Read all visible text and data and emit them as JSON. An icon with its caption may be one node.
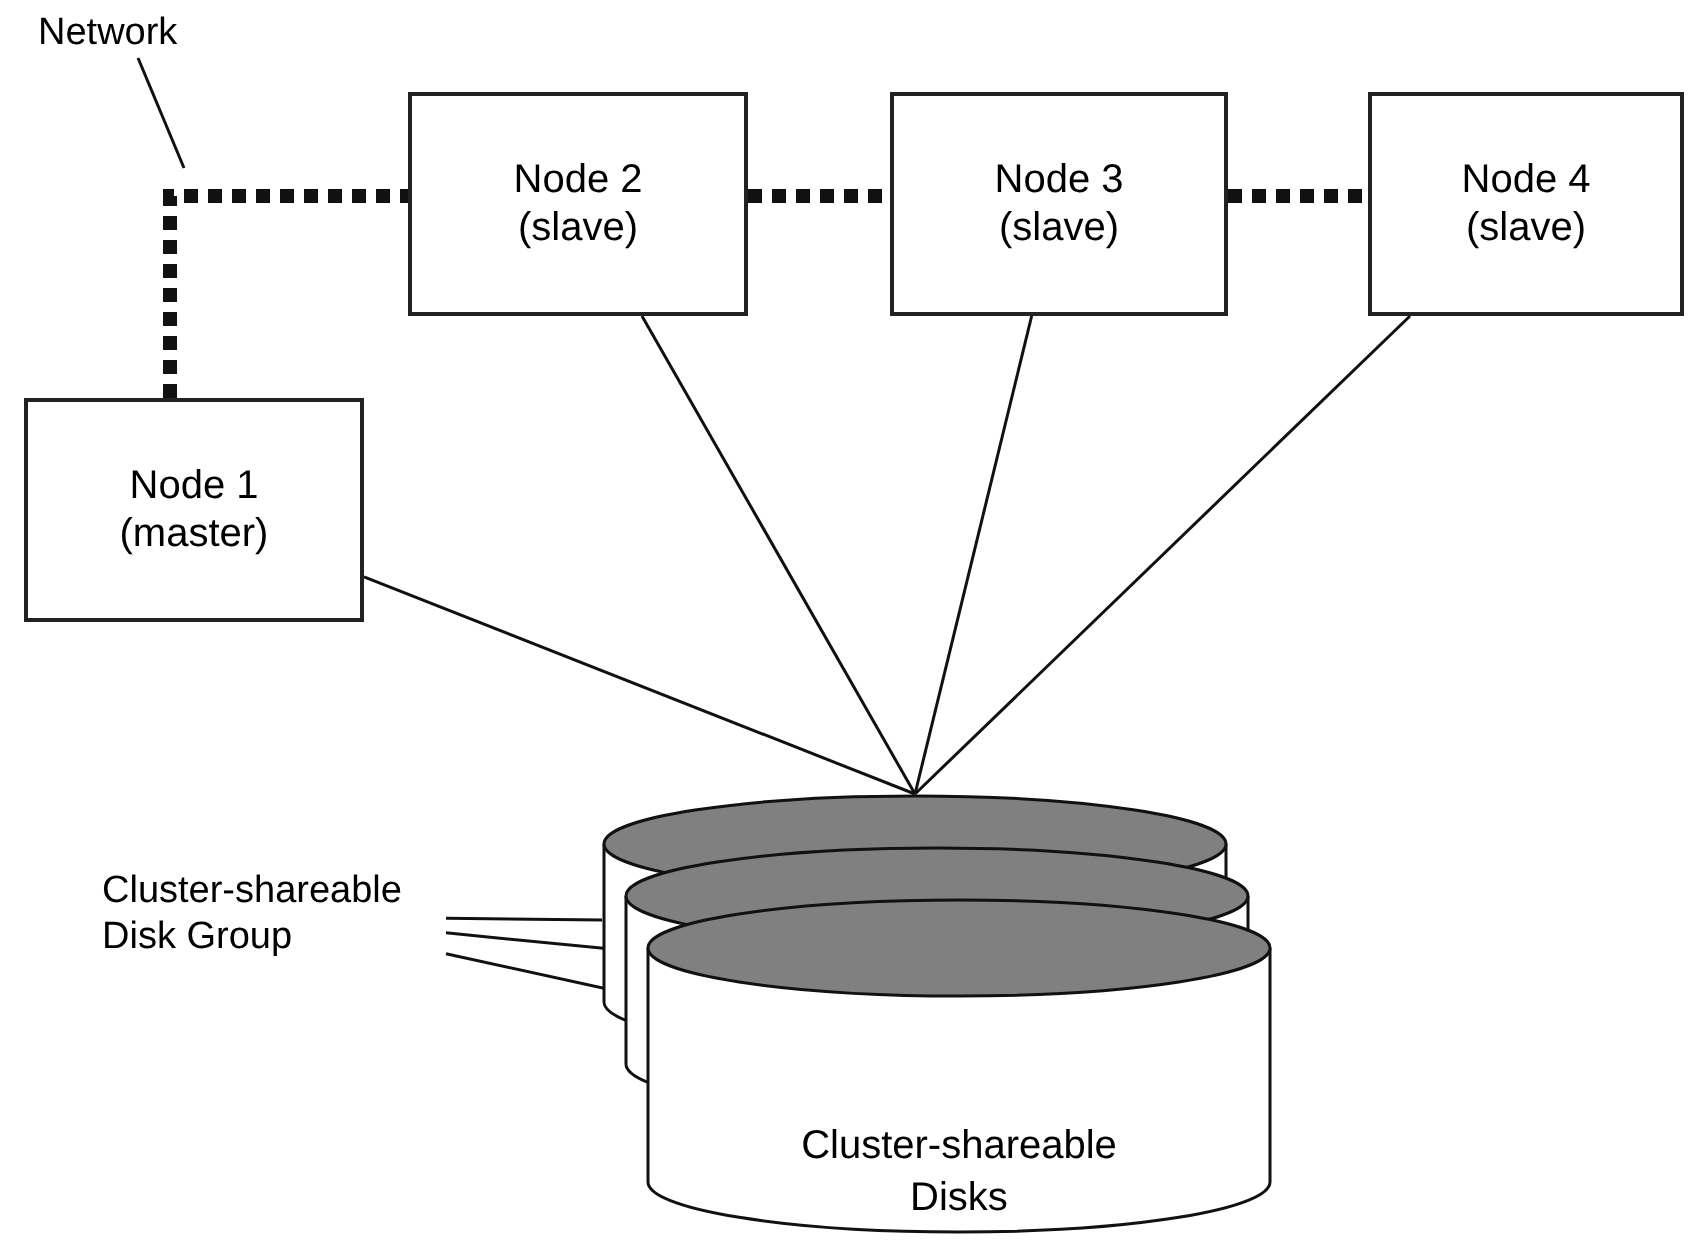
{
  "diagram": {
    "nodes": [
      {
        "text": [
          "Network"
        ]
      },
      {
        "text": [
          "Node 2 (slave)"
        ]
      },
      {
        "text": [
          "Node 3 (slave)"
        ]
      },
      {
        "text": [
          "Node 4 (slave)"
        ]
      },
      {
        "text": [
          "Node 1 (master)"
        ]
      },
      {
        "text": [
          "Cluster-shareable Disk Group"
        ]
      },
      {
        "text": [],
        "shape": "cylinder"
      },
      {
        "text": [],
        "shape": "cylinder"
      },
      {
        "text": [
          "Cluster-shareable Disks"
        ]
      }
    ],
    "edges": [
      {
        "from": 0,
        "to": null,
        "arrow": "none"
      },
      {
        "from": 4,
        "to": 1,
        "arrow": "none",
        "style": "dashed"
      },
      {
        "from": 1,
        "to": 2,
        "arrow": "none",
        "style": "dashed"
      },
      {
        "from": 2,
        "to": 3,
        "arrow": "none",
        "style": "dashed"
      },
      {
        "from": 4,
        "to": 6,
        "arrow": "none"
      },
      {
        "from": 1,
        "to": 6,
        "arrow": "none"
      },
      {
        "from": 2,
        "to": 6,
        "arrow": "none"
      },
      {
        "from": 3,
        "to": 6,
        "arrow": "none"
      },
      {
        "from": 5,
        "to": 6,
        "arrow": "none"
      },
      {
        "from": 5,
        "to": 7,
        "arrow": "none"
      },
      {
        "from": 5,
        "to": 8,
        "arrow": "none"
      }
    ]
  }
}
